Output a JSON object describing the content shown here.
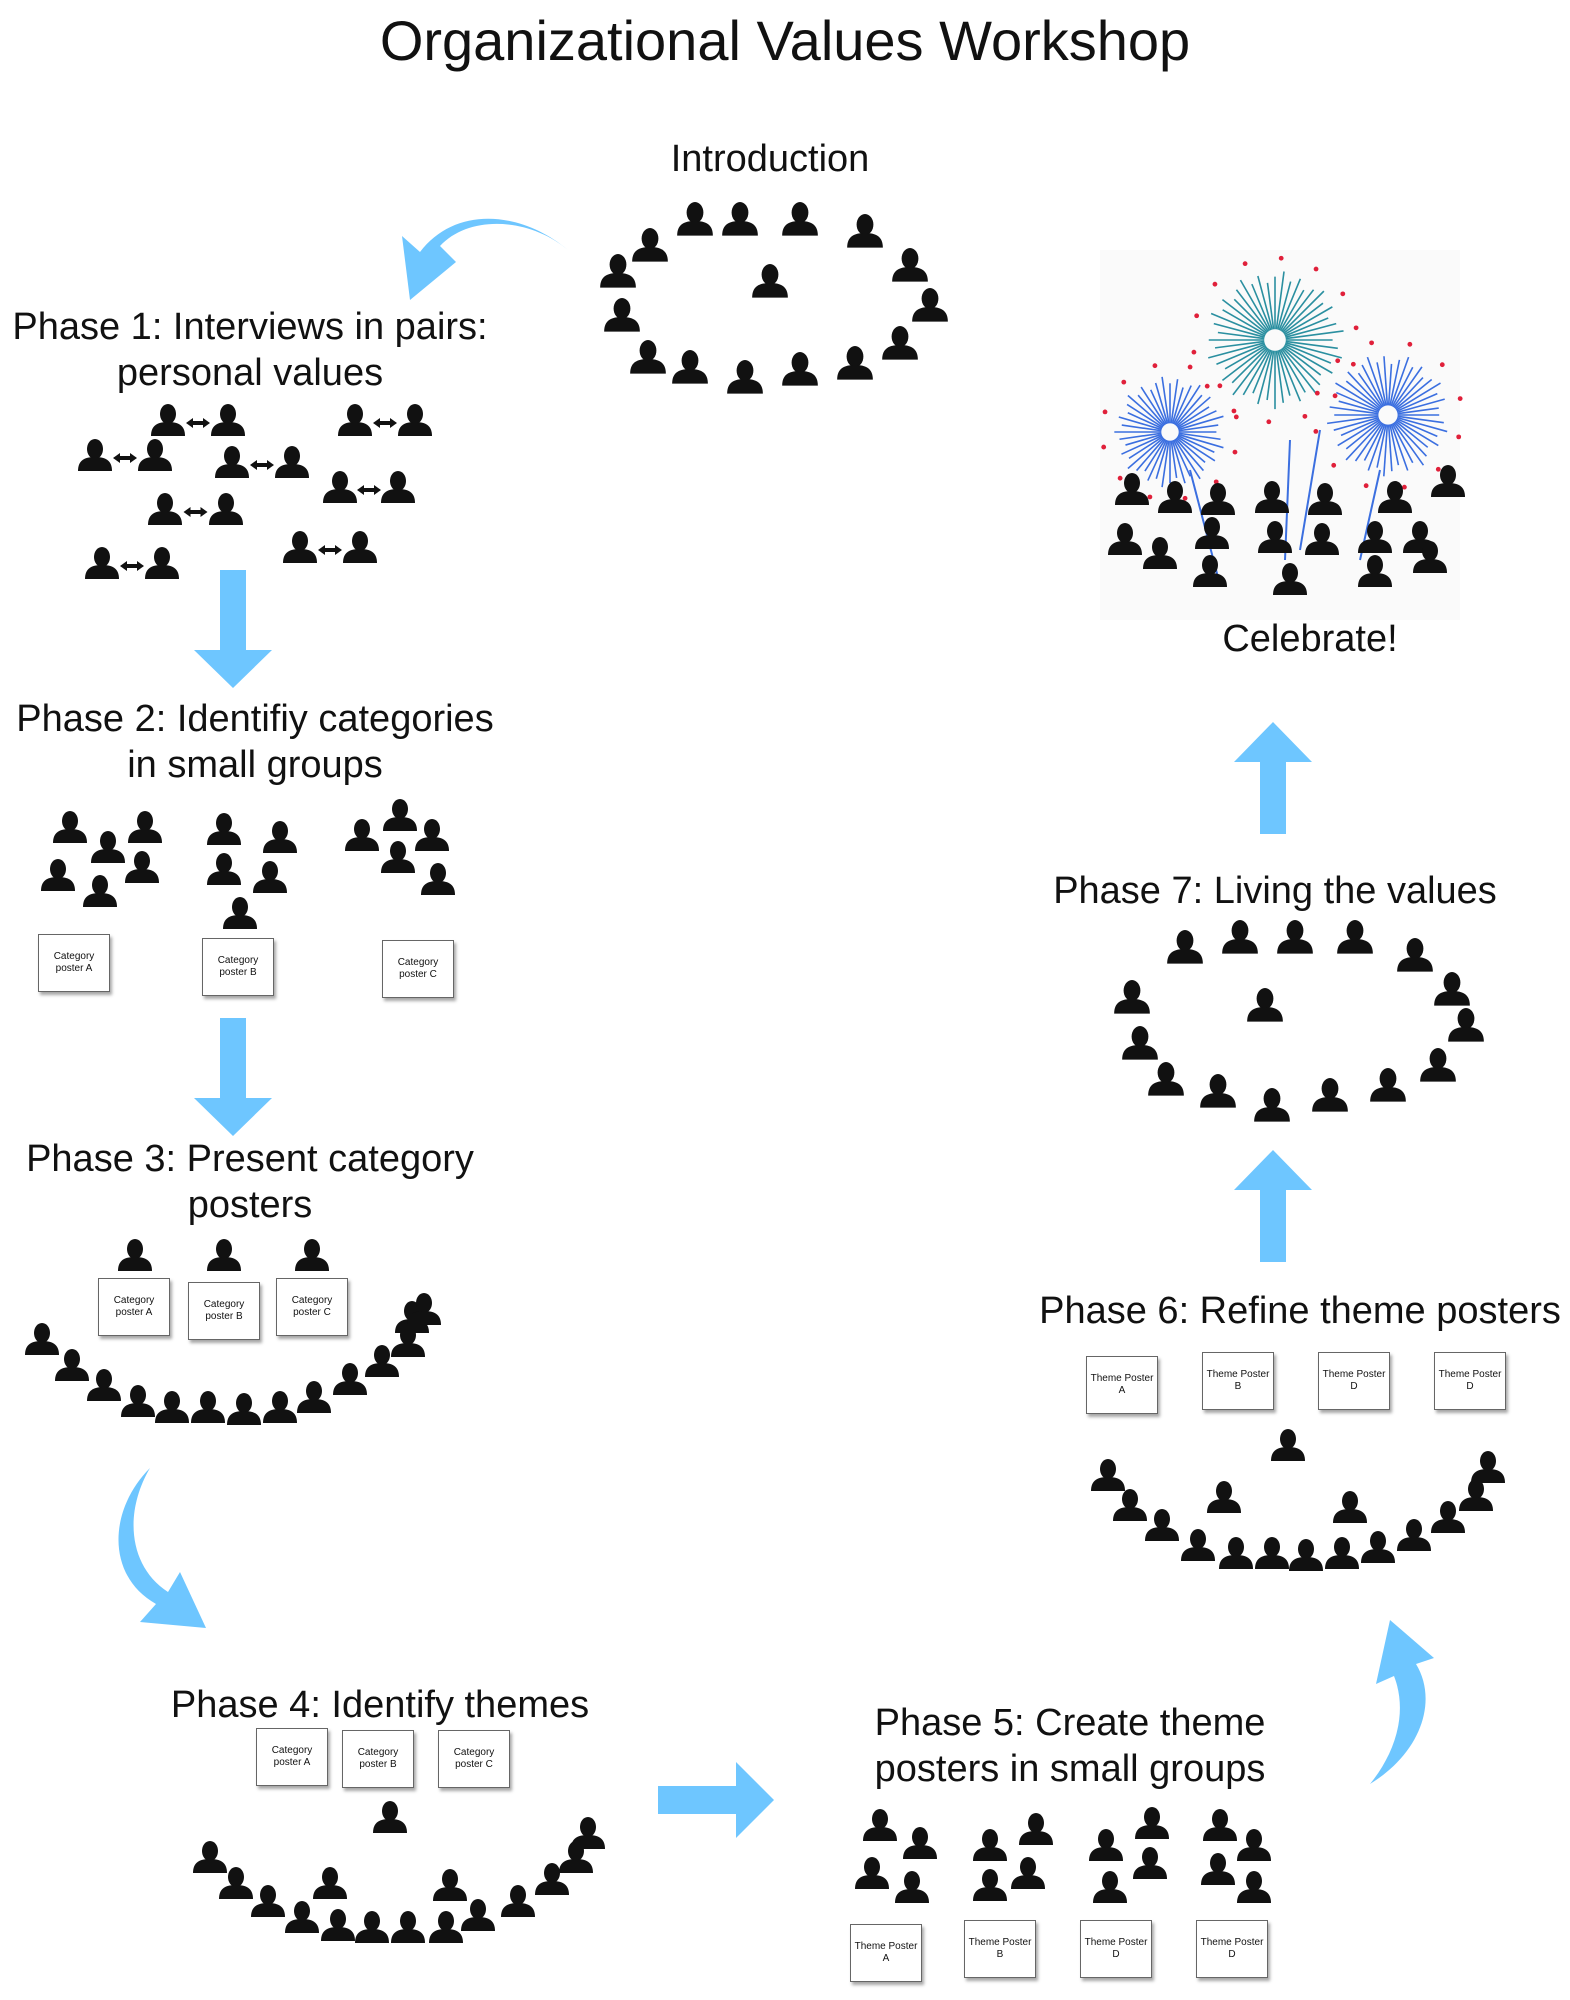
{
  "title": "Organizational Values Workshop",
  "labels": {
    "intro": "Introduction",
    "phase1_l1": "Phase 1: Interviews in pairs:",
    "phase1_l2": "personal values",
    "phase2_l1": "Phase 2: Identifiy categories",
    "phase2_l2": "in small groups",
    "phase3_l1": "Phase 3: Present category",
    "phase3_l2": "posters",
    "phase4": "Phase 4: Identify themes",
    "phase5_l1": "Phase 5: Create theme",
    "phase5_l2": "posters in small groups",
    "phase6": "Phase 6: Refine theme posters",
    "phase7": "Phase 7: Living the values",
    "celebrate": "Celebrate!"
  },
  "posters": {
    "category_a_1": "Category poster A",
    "category_b_1": "Category poster B",
    "category_c_1": "Category poster C",
    "category_a_3": "Category poster A",
    "category_b_3": "Category poster B",
    "category_c_3": "Category poster C",
    "category_a_4": "Category poster A",
    "category_b_4": "Category poster B",
    "category_c_4": "Category poster C",
    "theme_a_5": "Theme Poster A",
    "theme_b_5": "Theme Poster B",
    "theme_d1_5": "Theme Poster D",
    "theme_d2_5": "Theme Poster D",
    "theme_a_6": "Theme Poster A",
    "theme_b_6": "Theme Poster B",
    "theme_d1_6": "Theme Poster D",
    "theme_d2_6": "Theme Poster D"
  },
  "colors": {
    "arrow": "#6ec6ff",
    "person": "#111111",
    "firework_blue": "#3b6fe0",
    "firework_teal": "#2a8fa0",
    "firework_red": "#e0203a"
  }
}
